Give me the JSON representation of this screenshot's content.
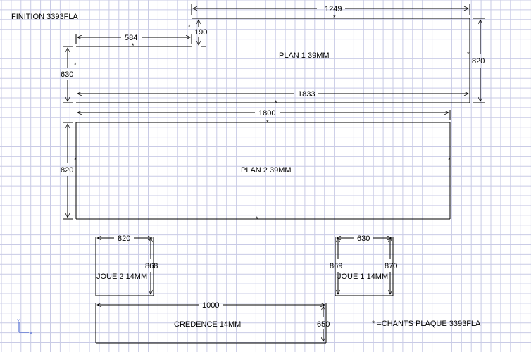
{
  "header": {
    "finish": "FINITION 3393FLA"
  },
  "legend": {
    "edges_note": "* =CHANTS PLAQUE 3393FLA"
  },
  "edge_mark": "*",
  "pieces": {
    "plan1": {
      "label": "PLAN 1 39MM",
      "dims": {
        "top_length": "1249",
        "step_width": "584",
        "step_depth": "190",
        "left_depth": "630",
        "right_depth": "820",
        "total_length": "1833"
      }
    },
    "plan2": {
      "label": "PLAN 2 39MM",
      "dims": {
        "length": "1800",
        "depth": "820"
      }
    },
    "joue2": {
      "label": "JOUE 2 14MM",
      "dims": {
        "width": "820",
        "height": "868"
      }
    },
    "joue1": {
      "label": "JOUE 1 14MM",
      "dims": {
        "width": "630",
        "height_left": "869",
        "height_right": "870"
      }
    },
    "credence": {
      "label": "CREDENCE 14MM",
      "dims": {
        "length": "1000",
        "height": "650"
      }
    }
  },
  "ucs": {
    "y_axis": "Y",
    "x_axis": "X"
  },
  "colors": {
    "background": "#ffffff",
    "grid": "#c9cbe6",
    "lines": "#000000",
    "ucs": "#3355cc"
  }
}
